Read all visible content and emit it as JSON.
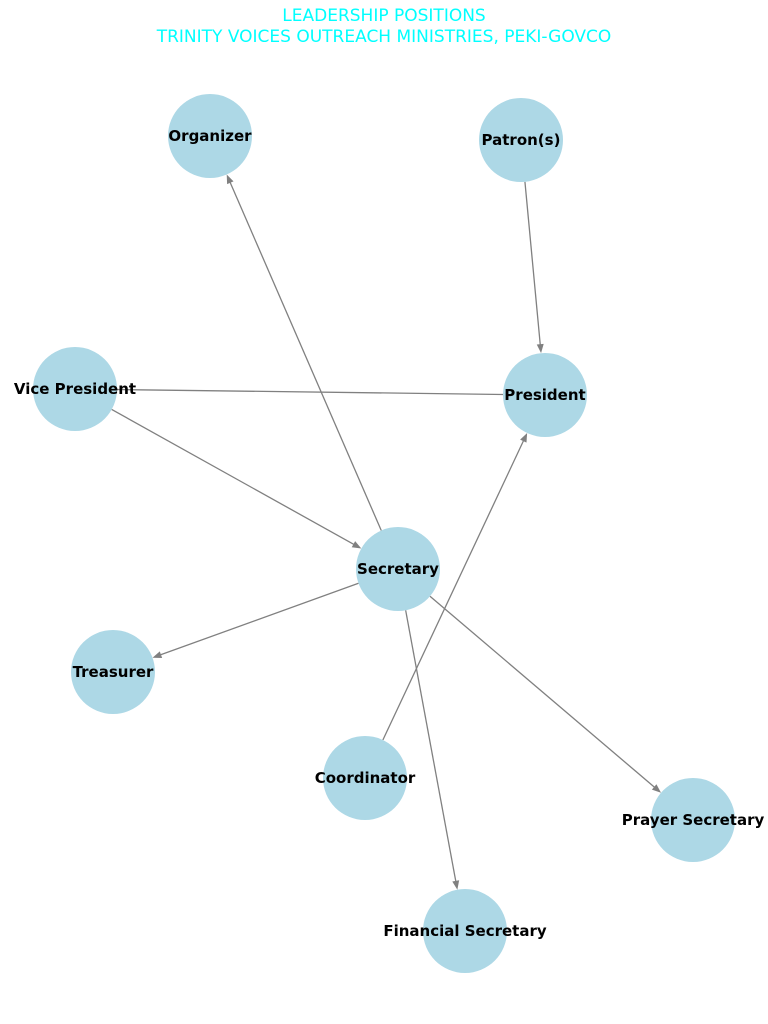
{
  "title": {
    "line1": "LEADERSHIP POSITIONS",
    "line2": "TRINITY VOICES OUTREACH MINISTRIES, PEKI-GOVCO"
  },
  "colors": {
    "title": "#00ffff",
    "node_fill": "#add8e6",
    "edge": "#808080",
    "label": "#000000"
  },
  "nodes": [
    {
      "id": "organizer",
      "label": "Organizer"
    },
    {
      "id": "patrons",
      "label": "Patron(s)"
    },
    {
      "id": "vice-president",
      "label": "Vice President"
    },
    {
      "id": "president",
      "label": "President"
    },
    {
      "id": "secretary",
      "label": "Secretary"
    },
    {
      "id": "treasurer",
      "label": "Treasurer"
    },
    {
      "id": "coordinator",
      "label": "Coordinator"
    },
    {
      "id": "prayer-secretary",
      "label": "Prayer Secretary"
    },
    {
      "id": "financial-secretary",
      "label": "Financial Secretary"
    }
  ],
  "edges": [
    {
      "from": "patrons",
      "to": "president",
      "directed": true
    },
    {
      "from": "vice-president",
      "to": "president",
      "directed": false
    },
    {
      "from": "vice-president",
      "to": "secretary",
      "directed": true
    },
    {
      "from": "secretary",
      "to": "organizer",
      "directed": true
    },
    {
      "from": "secretary",
      "to": "treasurer",
      "directed": true
    },
    {
      "from": "secretary",
      "to": "prayer-secretary",
      "directed": true
    },
    {
      "from": "secretary",
      "to": "financial-secretary",
      "directed": true
    },
    {
      "from": "coordinator",
      "to": "president",
      "directed": true
    }
  ]
}
